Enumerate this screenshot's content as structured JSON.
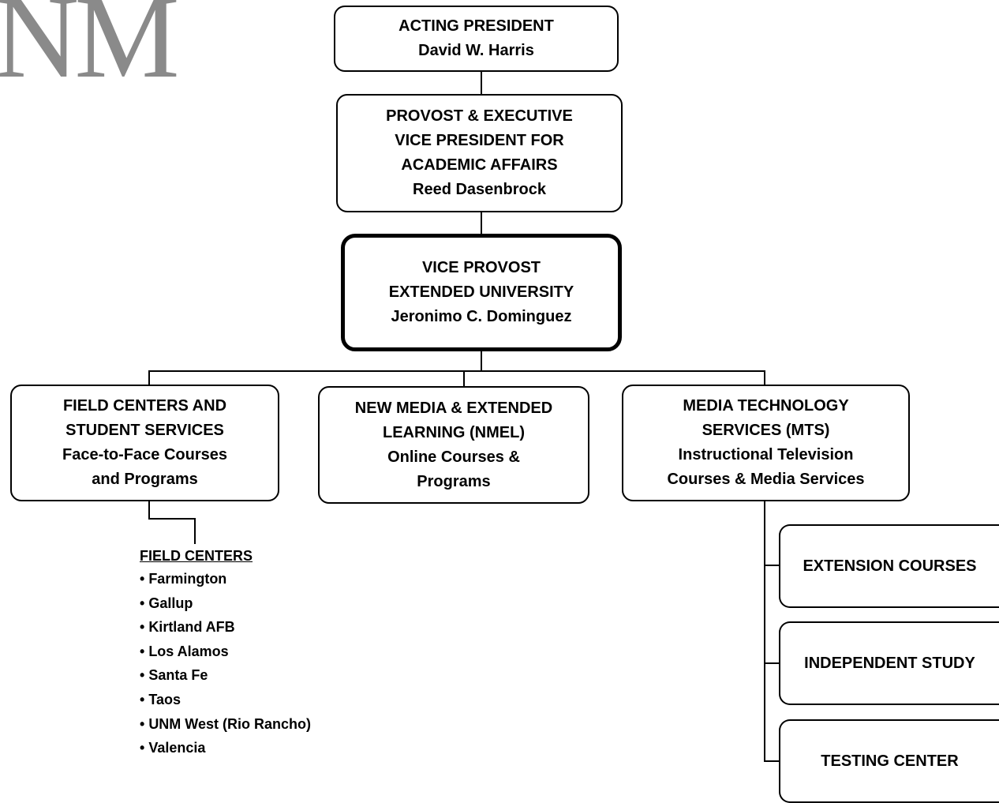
{
  "logo": {
    "text": "NM"
  },
  "president": {
    "title": "ACTING PRESIDENT",
    "name": "David W. Harris"
  },
  "provost": {
    "lines": [
      "PROVOST & EXECUTIVE",
      "VICE PRESIDENT FOR",
      "ACADEMIC AFFAIRS"
    ],
    "name": "Reed Dasenbrock"
  },
  "vice_provost": {
    "lines": [
      "VICE PROVOST",
      "EXTENDED UNIVERSITY"
    ],
    "name": "Jeronimo C. Dominguez"
  },
  "divisions": [
    {
      "lines": [
        "FIELD CENTERS AND",
        "STUDENT SERVICES",
        "Face-to-Face Courses",
        "and Programs"
      ]
    },
    {
      "lines": [
        "NEW MEDIA & EXTENDED",
        "LEARNING (NMEL)",
        "Online Courses &",
        "Programs"
      ]
    },
    {
      "lines": [
        "MEDIA TECHNOLOGY",
        "SERVICES (MTS)",
        "Instructional Television",
        "Courses & Media Services"
      ]
    }
  ],
  "field_centers": {
    "heading": "FIELD CENTERS",
    "items": [
      "Farmington",
      "Gallup",
      "Kirtland AFB",
      "Los Alamos",
      "Santa Fe",
      "Taos",
      "UNM West (Rio Rancho)",
      "Valencia"
    ]
  },
  "mts_units": [
    "EXTENSION COURSES",
    "INDEPENDENT STUDY",
    "TESTING CENTER"
  ]
}
